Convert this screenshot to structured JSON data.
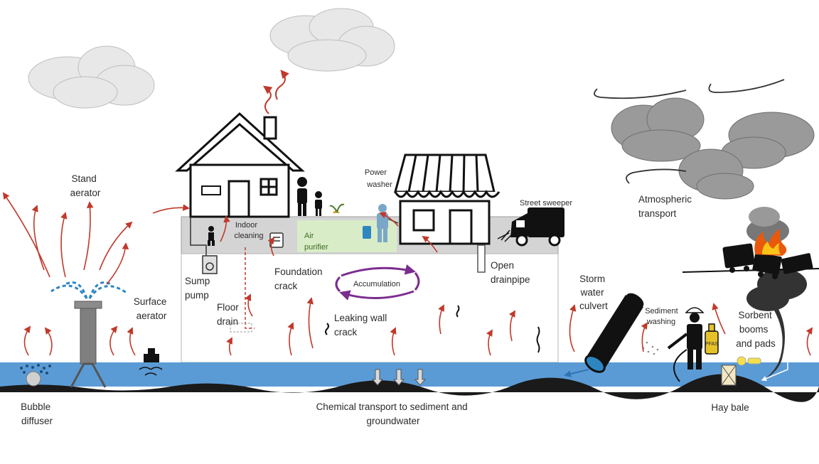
{
  "labels": {
    "stand_aerator": [
      "Stand",
      "aerator"
    ],
    "surface_aerator": [
      "Surface",
      "aerator"
    ],
    "bubble_diffuser": [
      "Bubble",
      "diffuser"
    ],
    "indoor_cleaning": [
      "Indoor",
      "cleaning"
    ],
    "air_purifier": [
      "Air",
      "purifier"
    ],
    "power_washer": [
      "Power",
      "washer"
    ],
    "street_sweeper": "Street sweeper",
    "atmospheric_transport": [
      "Atmospheric",
      "transport"
    ],
    "sump_pump": [
      "Sump",
      "pump"
    ],
    "floor_drain": [
      "Floor",
      "drain"
    ],
    "foundation_crack": [
      "Foundation",
      "crack"
    ],
    "accumulation": "Accumulation",
    "leaking_wall_crack": [
      "Leaking wall",
      "crack"
    ],
    "open_drainpipe": [
      "Open",
      "drainpipe"
    ],
    "storm_water_culvert": [
      "Storm",
      "water",
      "culvert"
    ],
    "sediment_washing": [
      "Sediment",
      "washing"
    ],
    "sorbent_booms": [
      "Sorbent",
      "booms",
      "and pads"
    ],
    "hay_bale": "Hay bale",
    "chemical_transport": [
      "Chemical transport to sediment and",
      "groundwater"
    ],
    "pfas_bottle": "PFAS"
  },
  "colors": {
    "water": "#5b9bd5",
    "sediment": "#1a1a1a",
    "arrow": "#c0392b",
    "cloud_light": "#e8e8e8",
    "cloud_dark": "#9a9a9a",
    "ground": "#d4d4d4",
    "air_zone": "#d9ecc8",
    "accumulation": "#7b2d8e"
  },
  "icons": [
    "cloud-icon",
    "house-icon",
    "store-icon",
    "truck-icon",
    "train-icon",
    "fire-icon",
    "person-icon",
    "culvert-pipe-icon",
    "bottle-icon",
    "hay-bale-icon"
  ]
}
